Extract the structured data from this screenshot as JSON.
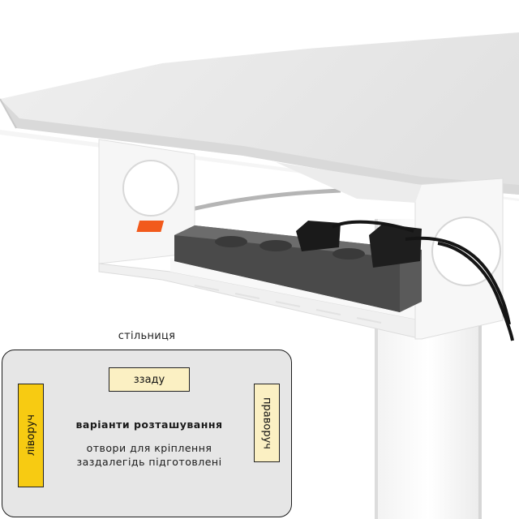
{
  "diagram": {
    "caption": "стільниця",
    "back_label": "ззаду",
    "left_label": "ліворуч",
    "right_label": "праворуч",
    "title": "варіанти розташування",
    "note_line1": "отвори для кріплення",
    "note_line2": "заздалегідь підготовлені"
  },
  "colors": {
    "panel_bg": "#e6e6e6",
    "highlight_yellow": "#f7cb12",
    "pale_yellow": "#fbf0c3",
    "power_switch": "#f25a1c",
    "power_strip": "#5f5f5f"
  }
}
